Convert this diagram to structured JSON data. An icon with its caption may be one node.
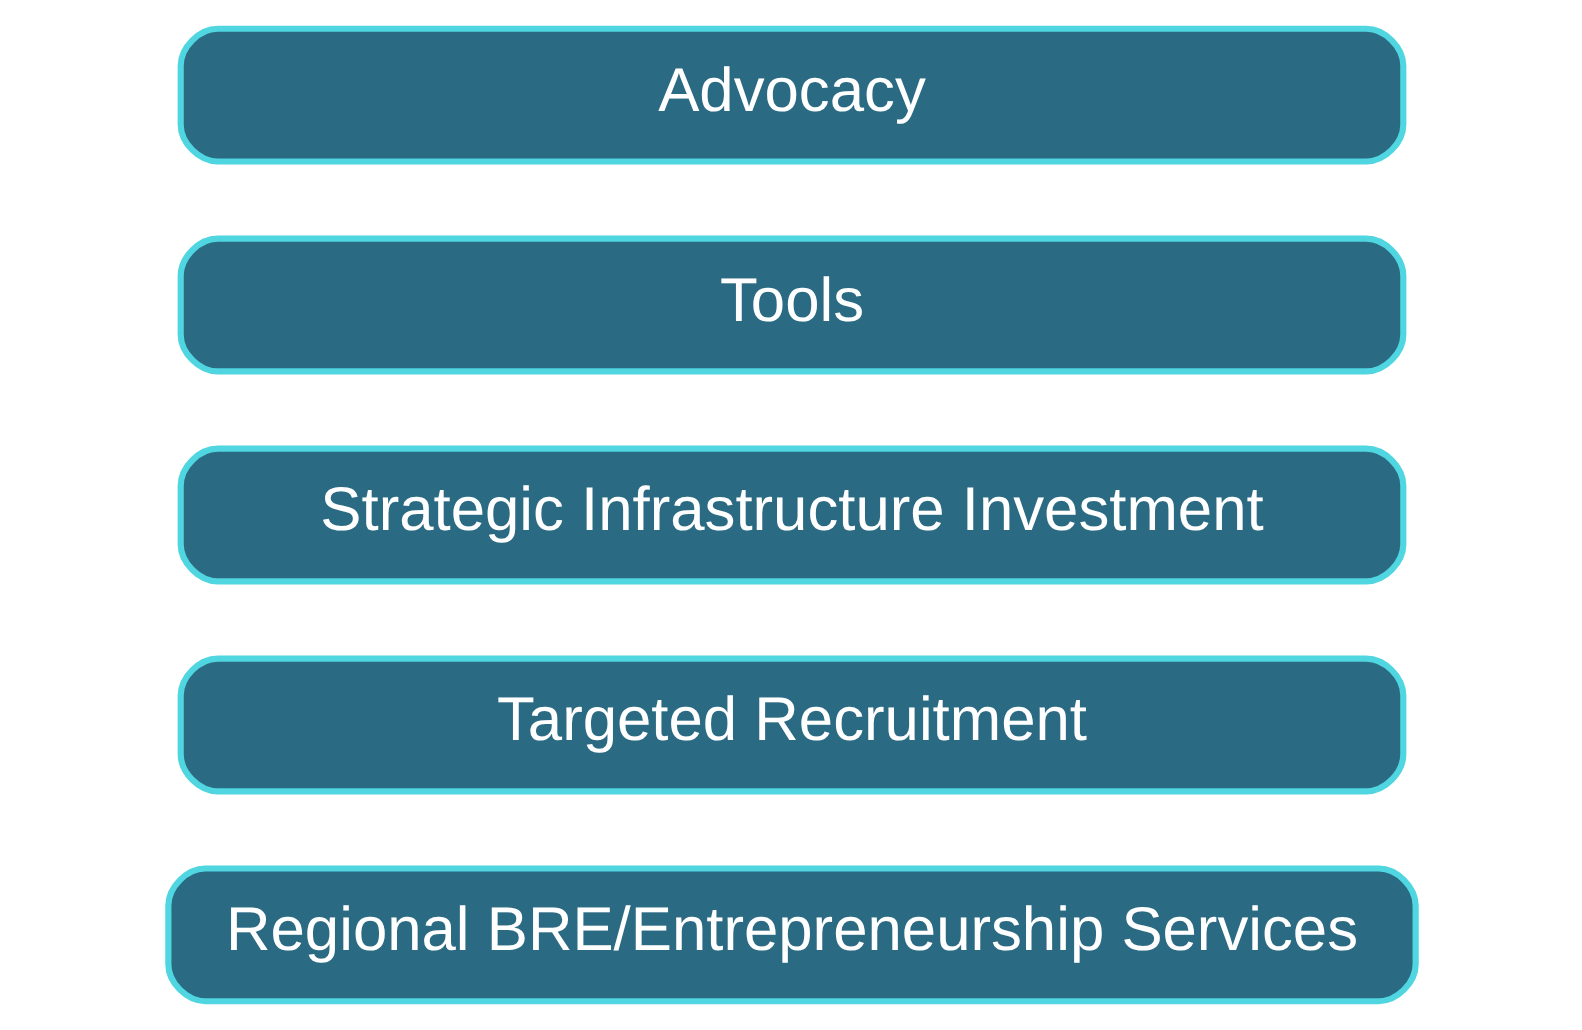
{
  "diagram": {
    "nodes": [
      {
        "text": [
          "Regional BRE/Entrepreneurship Services"
        ]
      },
      {
        "text": [
          "Targeted Recruitment"
        ]
      },
      {
        "text": [
          "Strategic Infrastructure Investment"
        ]
      },
      {
        "text": [
          "Tools"
        ]
      },
      {
        "text": [
          "Advocacy"
        ]
      }
    ]
  }
}
